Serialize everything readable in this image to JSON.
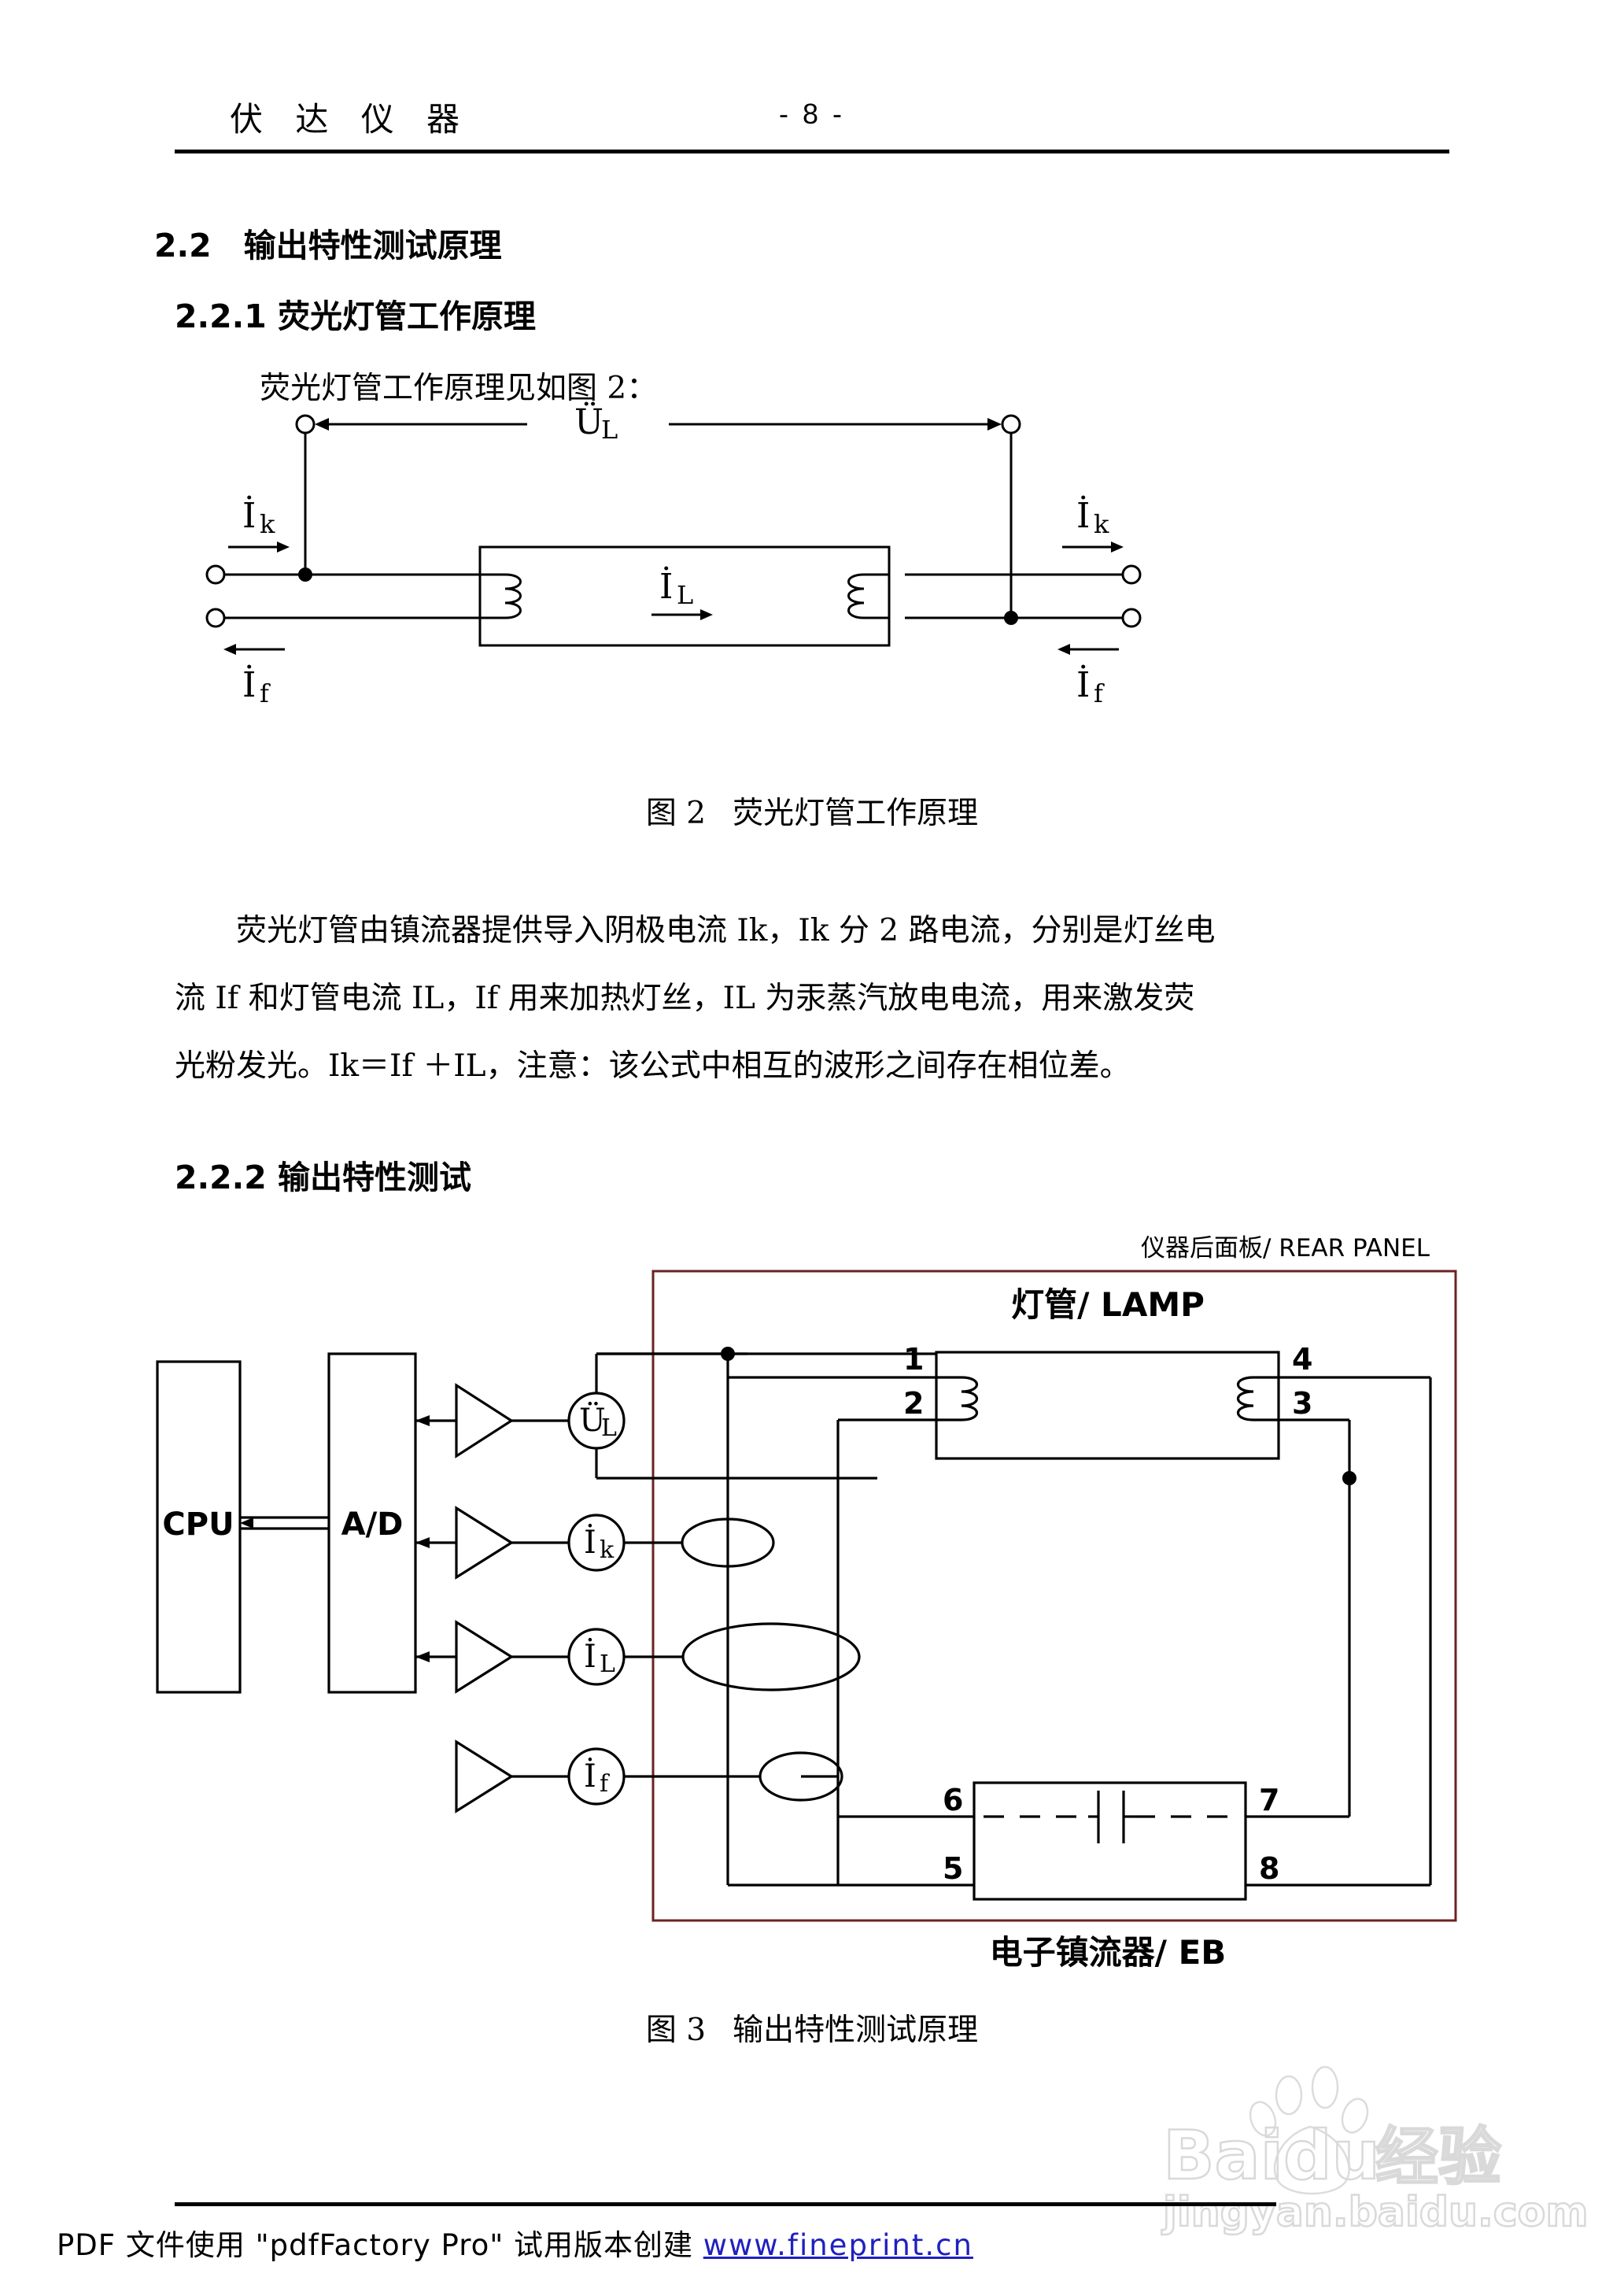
{
  "header": {
    "company": "伏 达 仪 器",
    "page_number": "- 8 -"
  },
  "sections": {
    "s22_heading": "2.2　输出特性测试原理",
    "s221_heading": "2.2.1 荧光灯管工作原理",
    "s221_lead": "荧光灯管工作原理见如图 2：",
    "s222_heading": "2.2.2 输出特性测试"
  },
  "figure2": {
    "caption_number": "图 2",
    "caption_text": "荧光灯管工作原理",
    "labels": {
      "voltage": "Ü",
      "voltage_sub": "L",
      "current_k_left": "İ",
      "current_k_left_sub": "k",
      "current_f_left": "İ",
      "current_f_left_sub": "f",
      "current_l": "İ",
      "current_l_sub": "L",
      "current_k_right": "İ",
      "current_k_right_sub": "k",
      "current_f_right": "İ",
      "current_f_right_sub": "f"
    }
  },
  "paragraph": {
    "line1": "荧光灯管由镇流器提供导入阴极电流 Ik，Ik 分 2 路电流，分别是灯丝电",
    "line2": "流 If 和灯管电流 IL，If 用来加热灯丝，IL 为汞蒸汽放电电流，用来激发荧",
    "line3": "光粉发光。Ik＝If ＋IL，注意：该公式中相互的波形之间存在相位差。"
  },
  "figure3": {
    "caption_number": "图 3",
    "caption_text": "输出特性测试原理",
    "rear_panel_label": "仪器后面板/ REAR PANEL",
    "lamp_label": "灯管/ LAMP",
    "ballast_label": "电子镇流器/ EB",
    "cpu_label": "CPU",
    "adc_label": "A/D",
    "probes": [
      {
        "name": "voltage-probe-ul",
        "symbol": "Ü",
        "sub": "L"
      },
      {
        "name": "current-probe-ik",
        "symbol": "İ",
        "sub": "k"
      },
      {
        "name": "current-probe-il",
        "symbol": "İ",
        "sub": "L"
      },
      {
        "name": "current-probe-if",
        "symbol": "İ",
        "sub": "f"
      }
    ],
    "lamp_terminals": [
      "1",
      "2",
      "3",
      "4"
    ],
    "ballast_terminals": [
      "5",
      "6",
      "7",
      "8"
    ],
    "panel_border_color": "#6b2222"
  },
  "watermark": {
    "brand": "Baidu",
    "brand_cn": "经验",
    "site": "jingyan.baidu.com"
  },
  "footer": {
    "text_before": "PDF 文件使用 \"pdfFactory Pro\" 试用版本创建 ",
    "link": "www.fineprint.cn"
  }
}
